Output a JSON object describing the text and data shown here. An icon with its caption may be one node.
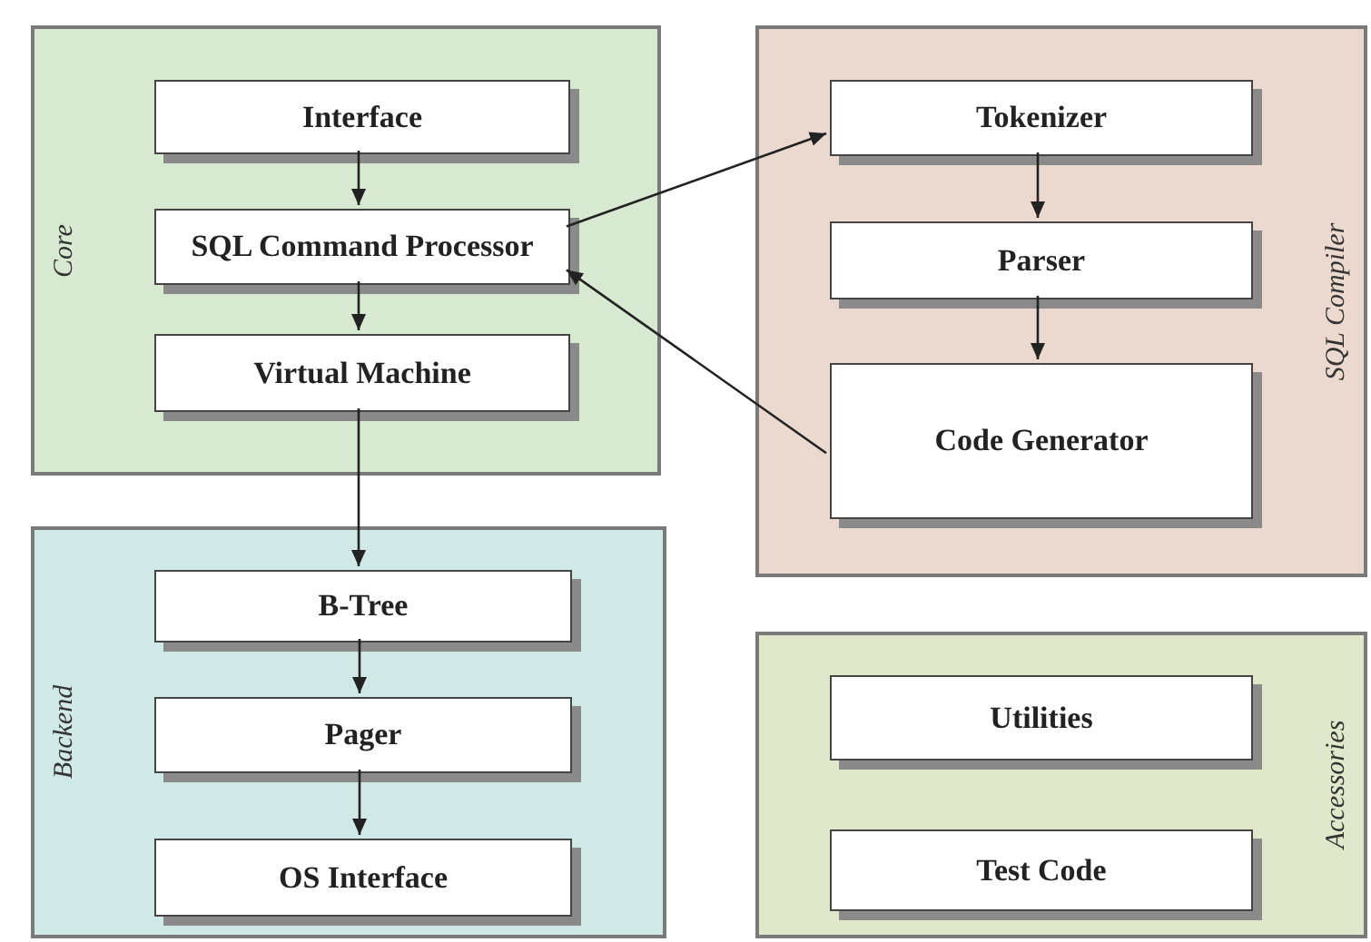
{
  "diagram": {
    "nodes": [
      {
        "text": [
          "Core"
        ]
      },
      {
        "text": [
          "Interface"
        ],
        "in": 0
      },
      {
        "text": [
          "SQL Command Processor"
        ],
        "in": 0
      },
      {
        "text": [
          "Virtual Machine"
        ],
        "in": 0
      },
      {
        "text": [
          "Backend"
        ]
      },
      {
        "text": [
          "B-Tree"
        ],
        "in": 4
      },
      {
        "text": [
          "Pager"
        ],
        "in": 4
      },
      {
        "text": [
          "OS Interface"
        ],
        "in": 4
      },
      {
        "text": [
          "SQL Compiler"
        ]
      },
      {
        "text": [
          "Tokenizer"
        ],
        "in": 8
      },
      {
        "text": [
          "Parser"
        ],
        "in": 8
      },
      {
        "text": [
          "Code Generator"
        ],
        "in": 8
      },
      {
        "text": [
          "Accessories"
        ]
      },
      {
        "text": [
          "Utilities"
        ],
        "in": 12
      },
      {
        "text": [
          "Test Code"
        ],
        "in": 12
      }
    ],
    "edges": [
      {
        "from": 1,
        "to": 2,
        "arrow": "to"
      },
      {
        "from": 2,
        "to": 3,
        "arrow": "to"
      },
      {
        "from": 3,
        "to": 5,
        "arrow": "to"
      },
      {
        "from": 5,
        "to": 6,
        "arrow": "to"
      },
      {
        "from": 6,
        "to": 7,
        "arrow": "to"
      },
      {
        "from": 2,
        "to": 9,
        "arrow": "to"
      },
      {
        "from": 9,
        "to": 10,
        "arrow": "to"
      },
      {
        "from": 10,
        "to": 11,
        "arrow": "to"
      },
      {
        "from": 11,
        "to": 2,
        "arrow": "to"
      }
    ]
  }
}
